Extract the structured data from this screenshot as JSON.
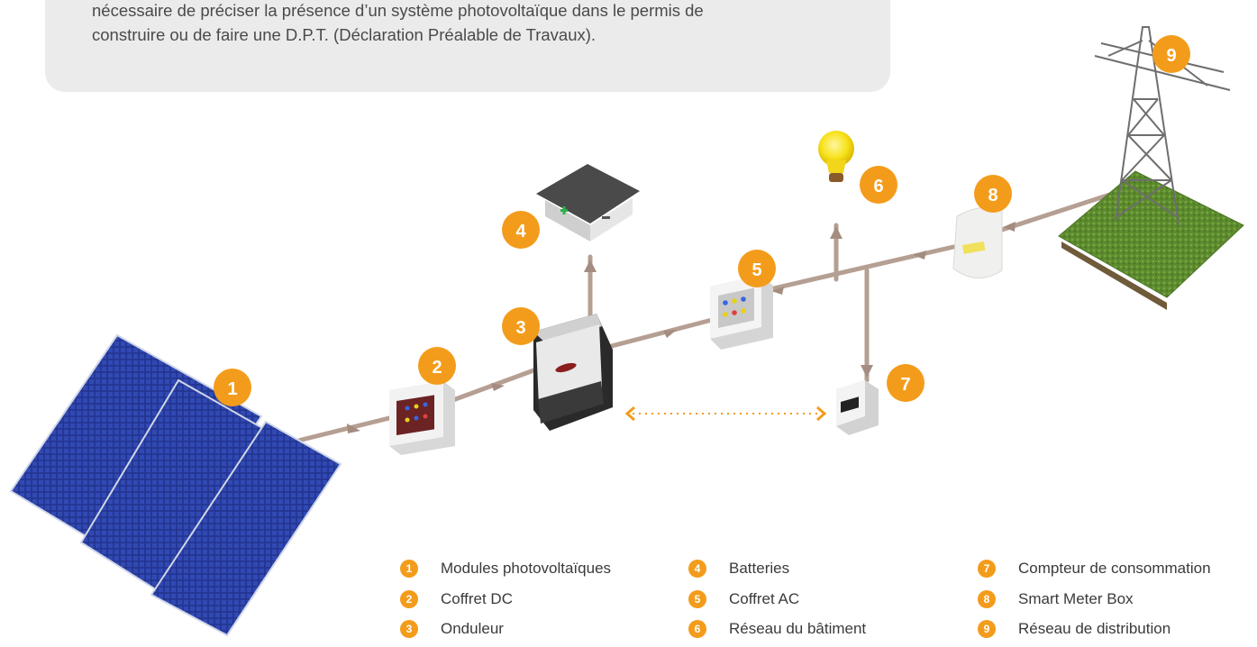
{
  "intro": {
    "line1": "nécessaire de préciser la présence d’un système photovoltaïque dans le permis de",
    "line2": "construire ou de faire une D.P.T. (Déclaration Préalable de Travaux)."
  },
  "badges": [
    "1",
    "2",
    "3",
    "4",
    "5",
    "6",
    "7",
    "8",
    "9"
  ],
  "legend": [
    {
      "num": "1",
      "label": "Modules photovoltaïques"
    },
    {
      "num": "2",
      "label": "Coffret DC"
    },
    {
      "num": "3",
      "label": "Onduleur"
    },
    {
      "num": "4",
      "label": "Batteries"
    },
    {
      "num": "5",
      "label": "Coffret AC"
    },
    {
      "num": "6",
      "label": "Réseau du bâtiment"
    },
    {
      "num": "7",
      "label": "Compteur de consommation"
    },
    {
      "num": "8",
      "label": "Smart Meter Box"
    },
    {
      "num": "9",
      "label": "Réseau de distribution"
    }
  ],
  "colors": {
    "accent": "#f39c1b",
    "panel": "#22348f",
    "cable": "#b59f93",
    "box": "#ebebeb",
    "grass": "#5c8a2e"
  }
}
